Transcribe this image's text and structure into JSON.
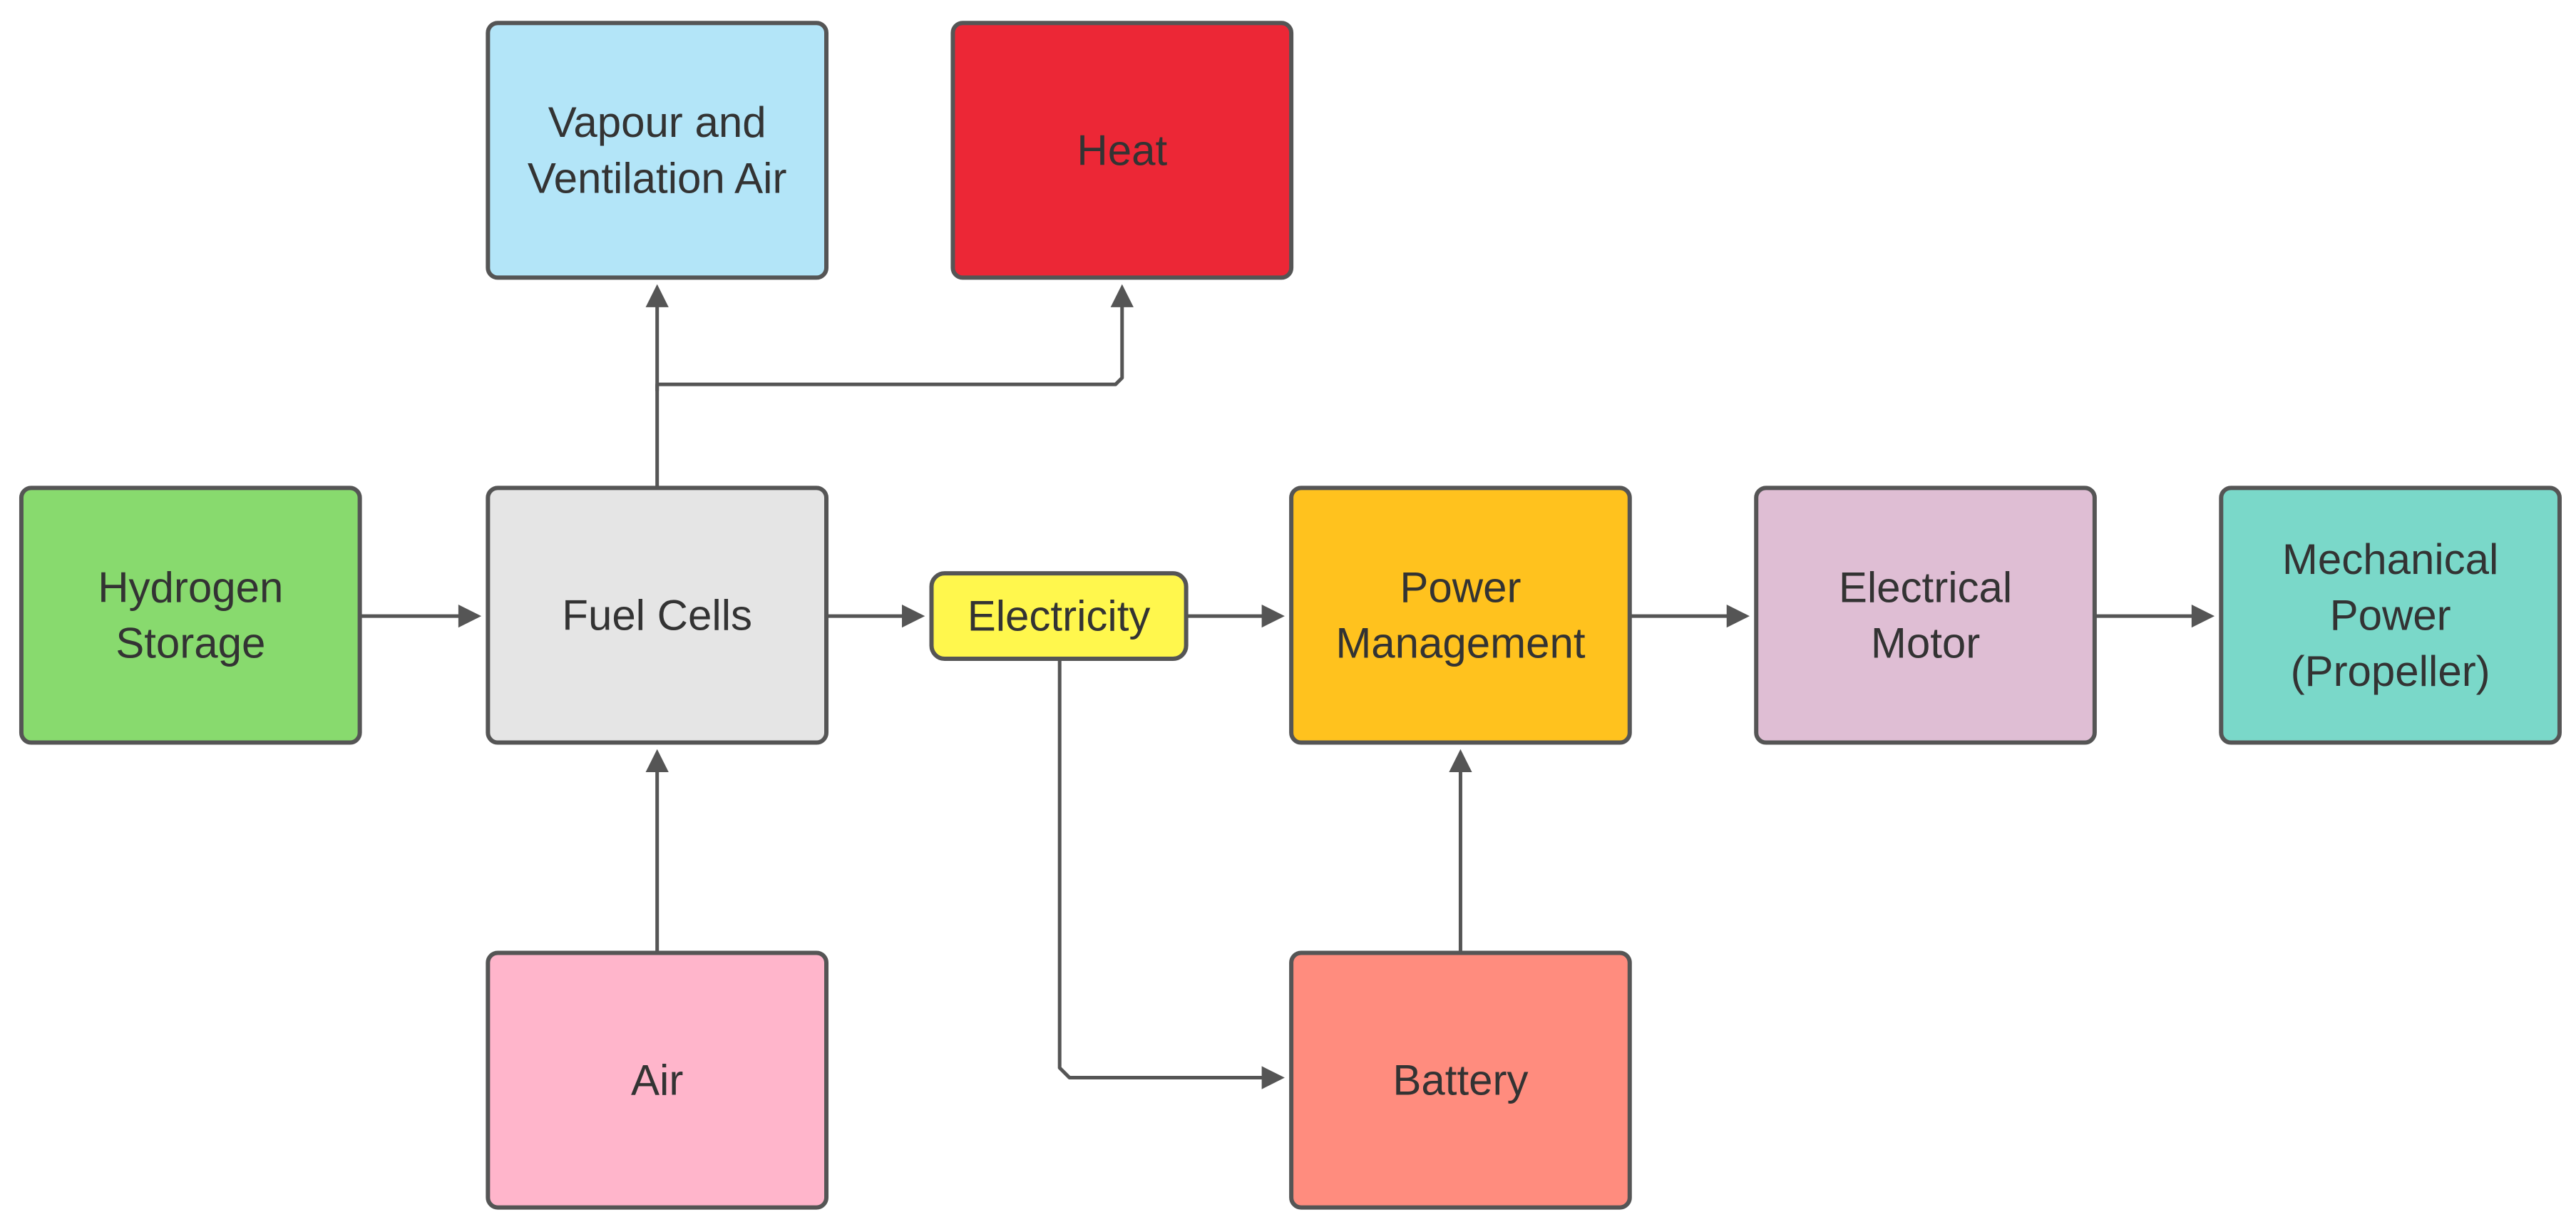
{
  "nodes": {
    "vapour": {
      "lines": [
        "Vapour and",
        "Ventilation Air"
      ],
      "color": "#B3E5F8"
    },
    "heat": {
      "lines": [
        "Heat"
      ],
      "color": "#EC2736"
    },
    "hydrogen": {
      "lines": [
        "Hydrogen",
        "Storage"
      ],
      "color": "#88DA6E"
    },
    "fuel_cells": {
      "lines": [
        "Fuel Cells"
      ],
      "color": "#E5E5E5"
    },
    "electricity": {
      "lines": [
        "Electricity"
      ],
      "color": "#FFF74D"
    },
    "power_mgmt": {
      "lines": [
        "Power",
        "Management"
      ],
      "color": "#FFC21E"
    },
    "motor": {
      "lines": [
        "Electrical",
        "Motor"
      ],
      "color": "#DFBED4"
    },
    "mech_power": {
      "lines": [
        "Mechanical",
        "Power",
        "(Propeller)"
      ],
      "color": "#7AD8C9"
    },
    "air": {
      "lines": [
        "Air"
      ],
      "color": "#FFB5CB"
    },
    "battery": {
      "lines": [
        "Battery"
      ],
      "color": "#FF8C7E"
    }
  },
  "edges": [
    {
      "from": "hydrogen",
      "to": "fuel_cells"
    },
    {
      "from": "fuel_cells",
      "to": "vapour"
    },
    {
      "from": "fuel_cells",
      "to": "heat"
    },
    {
      "from": "fuel_cells",
      "to": "electricity"
    },
    {
      "from": "air",
      "to": "fuel_cells"
    },
    {
      "from": "electricity",
      "to": "power_mgmt"
    },
    {
      "from": "electricity",
      "to": "battery"
    },
    {
      "from": "battery",
      "to": "power_mgmt"
    },
    {
      "from": "power_mgmt",
      "to": "motor"
    },
    {
      "from": "motor",
      "to": "mech_power"
    }
  ],
  "colors": {
    "stroke": "#555555",
    "text": "#333333",
    "background": "#FFFFFF"
  }
}
